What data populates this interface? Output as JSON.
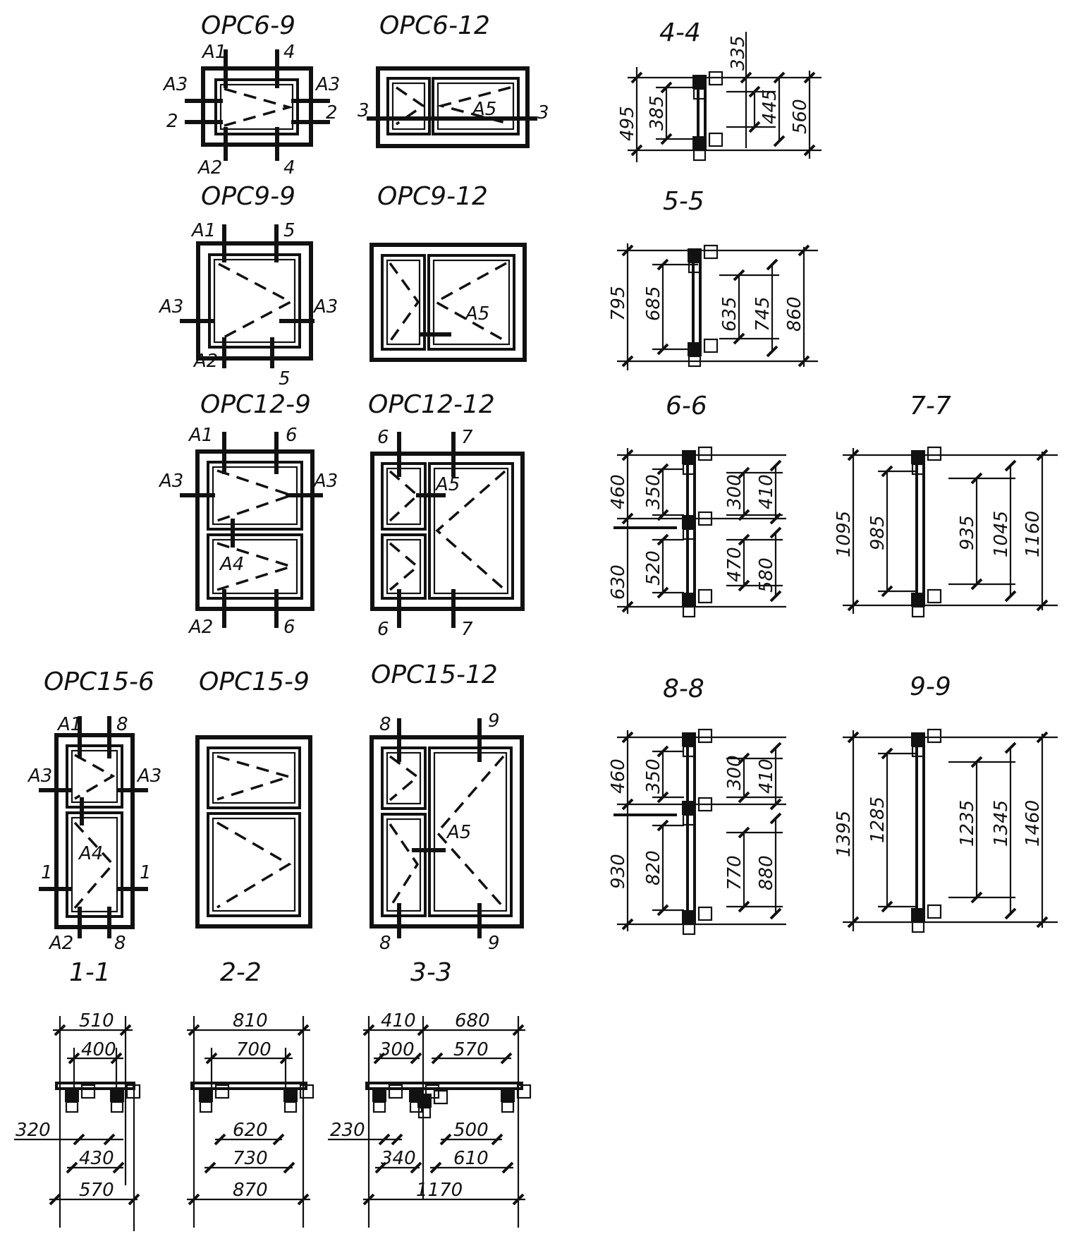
{
  "titles": {
    "w6_9": "ОРС6-9",
    "w6_12": "ОРС6-12",
    "w9_9": "ОРС9-9",
    "w9_12": "ОРС9-12",
    "w12_9": "ОРС12-9",
    "w12_12": "ОРС12-12",
    "w15_6": "ОРС15-6",
    "w15_9": "ОРС15-9",
    "w15_12": "ОРС15-12"
  },
  "sections": {
    "s1": "1-1",
    "s2": "2-2",
    "s3": "3-3",
    "s4": "4-4",
    "s5": "5-5",
    "s6": "6-6",
    "s7": "7-7",
    "s8": "8-8",
    "s9": "9-9"
  },
  "marks": {
    "a1": "А1",
    "a2": "А2",
    "a3": "А3",
    "a4": "А4",
    "a5": "А5",
    "n1": "1",
    "n2": "2",
    "n3": "3",
    "n4": "4",
    "n5": "5",
    "n6": "6",
    "n7": "7",
    "n8": "8",
    "n9": "9"
  },
  "dims": {
    "s4": [
      "495",
      "385",
      "335",
      "445",
      "560"
    ],
    "s5": [
      "795",
      "685",
      "635",
      "745",
      "860"
    ],
    "s6": [
      "460",
      "350",
      "300",
      "410",
      "630",
      "520",
      "470",
      "580"
    ],
    "s7": [
      "1095",
      "985",
      "935",
      "1045",
      "1160"
    ],
    "s8": [
      "460",
      "350",
      "300",
      "410",
      "930",
      "820",
      "770",
      "880"
    ],
    "s9": [
      "1395",
      "1285",
      "1235",
      "1345",
      "1460"
    ],
    "s1": [
      "510",
      "400",
      "320",
      "430",
      "570"
    ],
    "s2": [
      "810",
      "700",
      "620",
      "730",
      "870"
    ],
    "s3": [
      "410",
      "680",
      "300",
      "570",
      "230",
      "500",
      "340",
      "610",
      "1170"
    ]
  }
}
